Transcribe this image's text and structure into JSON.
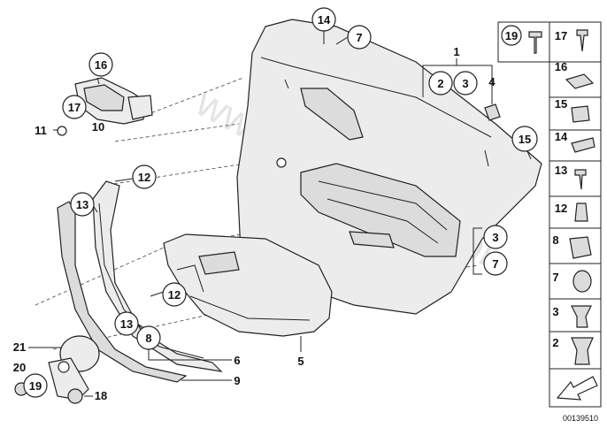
{
  "watermark": "www.BMWstore.pl",
  "diagram_id": "00139510",
  "callouts": {
    "c14": "14",
    "c7a": "7",
    "c1": "1",
    "c2": "2",
    "c3a": "3",
    "c4": "4",
    "c15": "15",
    "c16": "16",
    "c17a": "17",
    "c11": "11",
    "c10": "10",
    "c12a": "12",
    "c13a": "13",
    "c12b": "12",
    "c13b": "13",
    "c8": "8",
    "c6": "6",
    "c9": "9",
    "c5": "5",
    "c3b": "3",
    "c7b": "7",
    "c21": "21",
    "c20": "20",
    "c19": "19",
    "c18": "18"
  },
  "sidebar": {
    "items": [
      "19",
      "17",
      "16",
      "15",
      "14",
      "13",
      "12",
      "8",
      "7",
      "3",
      "2"
    ]
  }
}
